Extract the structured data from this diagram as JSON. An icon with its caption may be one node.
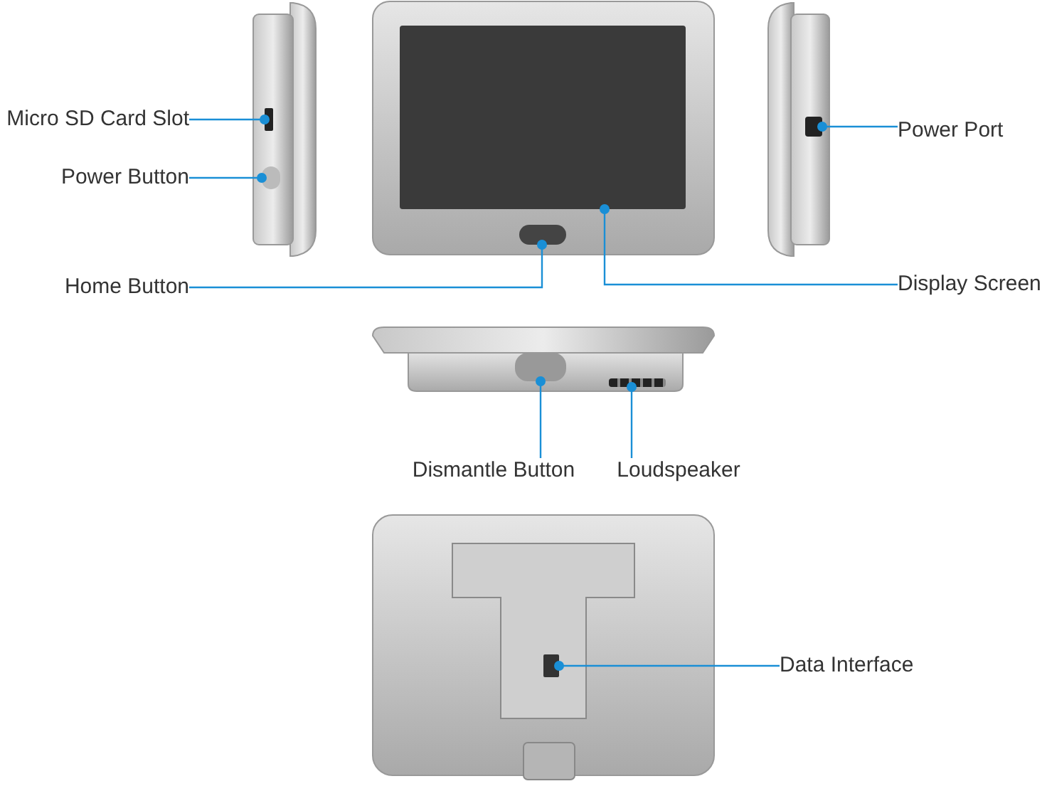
{
  "diagram": {
    "nodes": [
      {
        "text": [
          "Micro SD Card Slot"
        ]
      },
      {
        "text": [],
        "shape": "box"
      },
      {
        "text": [
          "Power Button"
        ]
      },
      {
        "text": [],
        "shape": "box"
      },
      {
        "text": [
          "Home Button"
        ]
      },
      {
        "text": [],
        "shape": "box"
      },
      {
        "text": [
          "Display Screen"
        ]
      },
      {
        "text": [],
        "shape": "box"
      },
      {
        "text": [
          "Power Port"
        ]
      },
      {
        "text": [],
        "shape": "box"
      },
      {
        "text": [
          "Dismantle Button"
        ]
      },
      {
        "text": [],
        "shape": "box"
      },
      {
        "text": [
          "Loudspeaker"
        ]
      },
      {
        "text": [],
        "shape": "box"
      },
      {
        "text": [
          "Data Interface"
        ]
      },
      {
        "text": [],
        "shape": "box"
      }
    ],
    "edges": [
      {
        "from": 0,
        "to": 1,
        "arrow": "other"
      },
      {
        "from": 2,
        "to": 3,
        "arrow": "other"
      },
      {
        "from": 4,
        "to": 5,
        "arrow": "other"
      },
      {
        "from": 6,
        "to": 7,
        "arrow": "other"
      },
      {
        "from": 8,
        "to": 9,
        "arrow": "other"
      },
      {
        "from": 10,
        "to": 11,
        "arrow": "other"
      },
      {
        "from": 12,
        "to": 13,
        "arrow": "other"
      },
      {
        "from": 14,
        "to": 15,
        "arrow": "other"
      }
    ]
  }
}
